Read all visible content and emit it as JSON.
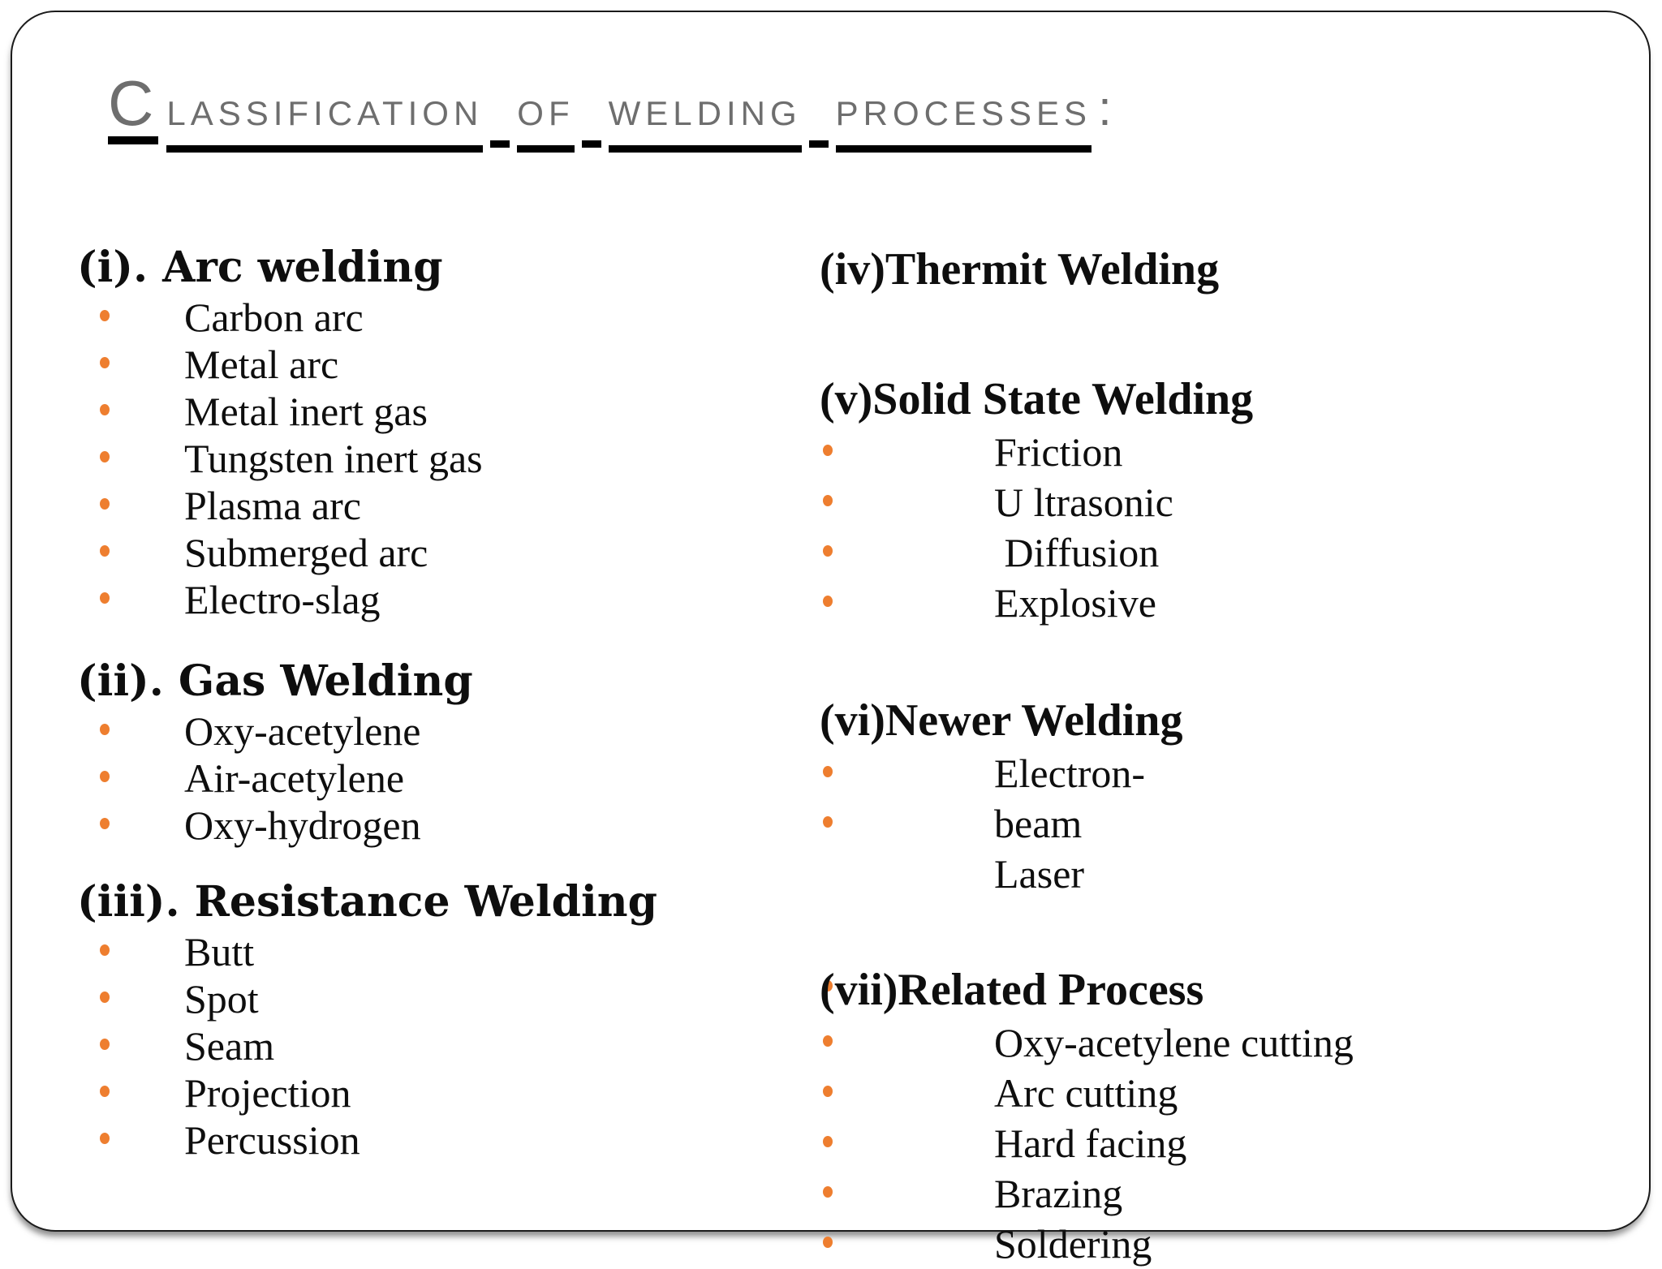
{
  "slide": {
    "colors": {
      "bullet": "#EE7E2F",
      "title": "#6E6E6E",
      "text": "#0E0E0E",
      "underline": "#000000",
      "border": "#1B1B1B"
    },
    "title": {
      "first_letter": "C",
      "first_rest": "lassification",
      "word_2": "of",
      "word_3": "welding",
      "word_4": "processes",
      "colon": ":"
    },
    "left_sections": [
      {
        "heading": "(i). Arc welding",
        "items": [
          {
            "text": "Carbon arc",
            "bullet": true
          },
          {
            "text": "Metal arc",
            "bullet": true
          },
          {
            "text": "Metal inert gas",
            "bullet": true
          },
          {
            "text": "Tungsten inert gas",
            "bullet": true
          },
          {
            "text": "Plasma arc",
            "bullet": true
          },
          {
            "text": "Submerged arc",
            "bullet": true
          },
          {
            "text": "Electro-slag",
            "bullet": true
          }
        ]
      },
      {
        "heading": "(ii). Gas Welding",
        "items": [
          {
            "text": "Oxy-acetylene",
            "bullet": true
          },
          {
            "text": "Air-acetylene",
            "bullet": true
          },
          {
            "text": "Oxy-hydrogen",
            "bullet": true
          }
        ]
      },
      {
        "heading": "(iii). Resistance Welding",
        "items": [
          {
            "text": "Butt",
            "bullet": true
          },
          {
            "text": "Spot",
            "bullet": true
          },
          {
            "text": "Seam",
            "bullet": true
          },
          {
            "text": "Projection",
            "bullet": true
          },
          {
            "text": "Percussion",
            "bullet": true
          }
        ]
      }
    ],
    "right_sections": [
      {
        "heading": "(iv)Thermit Welding",
        "heading_bullet": false,
        "items": []
      },
      {
        "heading": "(v)Solid State Welding",
        "heading_bullet": false,
        "items": [
          {
            "text": "Friction",
            "bullet": true
          },
          {
            "text": "U ltrasonic",
            "bullet": true
          },
          {
            "text": " Diffusion",
            "bullet": true
          },
          {
            "text": "Explosive",
            "bullet": true
          }
        ]
      },
      {
        "heading": "(vi)Newer Welding",
        "heading_bullet": false,
        "items": [
          {
            "text": "Electron-",
            "bullet": true
          },
          {
            "text": "beam",
            "bullet": true
          },
          {
            "text": "Laser",
            "bullet": false
          }
        ]
      },
      {
        "heading": "(vii)Related Process",
        "heading_bullet": true,
        "items": [
          {
            "text": "Oxy-acetylene cutting",
            "bullet": true
          },
          {
            "text": "Arc cutting",
            "bullet": true
          },
          {
            "text": "Hard facing",
            "bullet": true
          },
          {
            "text": "Brazing",
            "bullet": true
          },
          {
            "text": "Soldering",
            "bullet": true
          }
        ]
      }
    ]
  }
}
